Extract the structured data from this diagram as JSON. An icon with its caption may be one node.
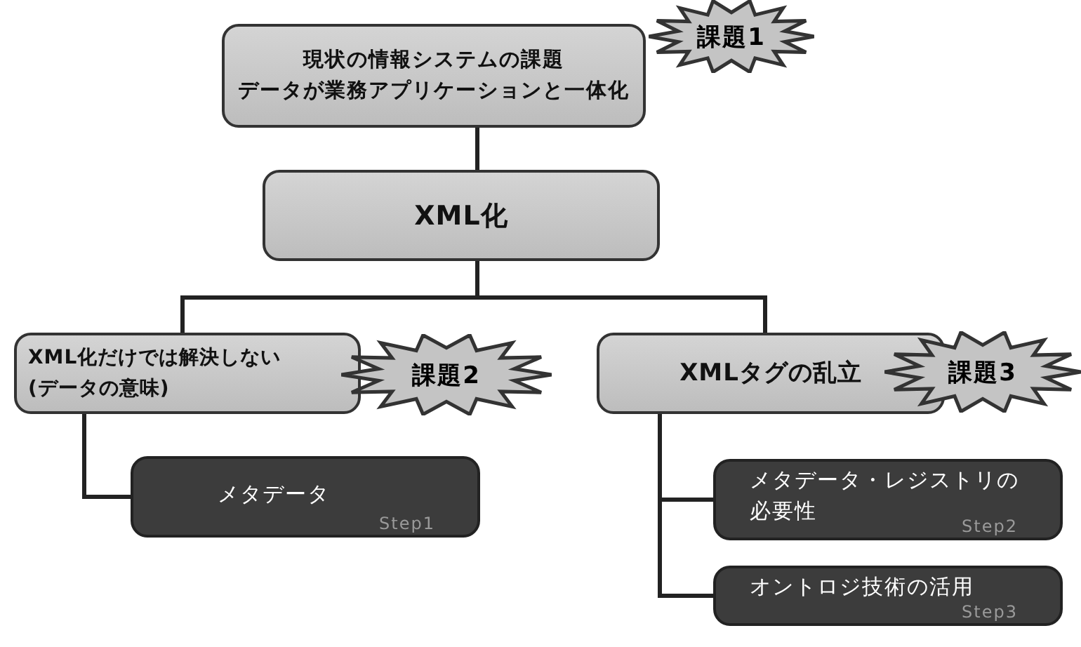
{
  "diagram": {
    "nodes": [
      {
        "text": [
          "現状の情報システムの課題",
          "データが業務アプリケーションと一体化"
        ]
      },
      {
        "text": [
          "課題1"
        ]
      },
      {
        "text": [
          "XML化"
        ]
      },
      {
        "text": [
          "XML化だけでは解決しない(データの意味)"
        ]
      },
      {
        "text": [
          "課題2"
        ]
      },
      {
        "text": [
          "XMLタグの乱立"
        ]
      },
      {
        "text": [
          "課題3"
        ]
      },
      {
        "text": [
          "メタデータ",
          "Step1"
        ]
      },
      {
        "text": [
          "メタデータ・レジストリの必要性",
          "Step2"
        ]
      },
      {
        "text": [
          "オントロジ技術の活用",
          "Step3"
        ]
      }
    ],
    "edges": [
      {
        "from": 0,
        "to": 2,
        "arrow": "none"
      },
      {
        "from": 2,
        "to": 3,
        "arrow": "none"
      },
      {
        "from": 2,
        "to": 5,
        "arrow": "none"
      },
      {
        "from": 3,
        "to": 7,
        "arrow": "none"
      },
      {
        "from": 5,
        "to": 8,
        "arrow": "none"
      },
      {
        "from": 5,
        "to": 9,
        "arrow": "none"
      }
    ]
  }
}
